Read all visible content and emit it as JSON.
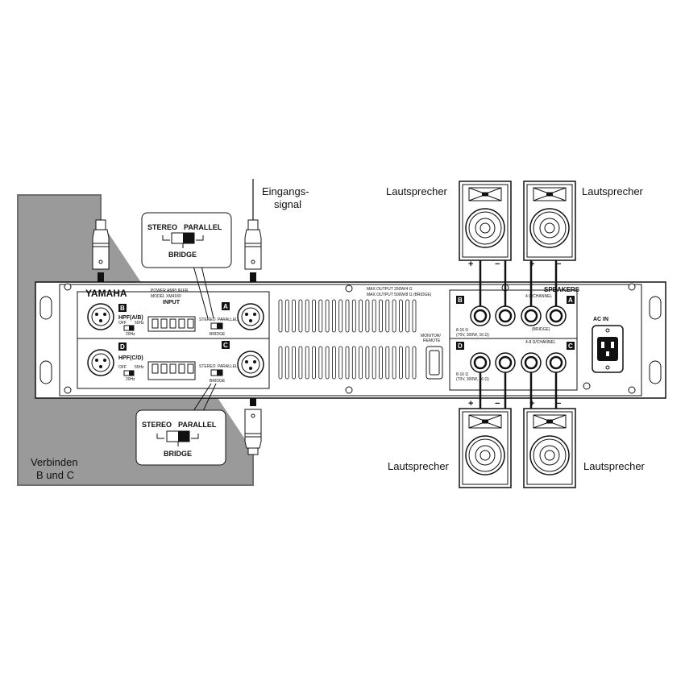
{
  "labels": {
    "input_signal": [
      "Eingangs-",
      "signal"
    ],
    "connect": [
      "Verbinden",
      "B und C"
    ],
    "speaker": "Lautsprecher",
    "yamaha": "YAMAHA",
    "power_amp": "POWER AMPLIFIER",
    "model": "MODEL XM4180",
    "input": "INPUT",
    "max_output_1": "MAX.OUTPUT 250W/4 Ω",
    "max_output_2": "MAX.OUTPUT 500W/8 Ω (BRIDGE)",
    "speakers": "SPEAKERS",
    "per_channel_1": "4 Ω/CHANNEL",
    "per_channel_2": "4-8 Ω/CHANNEL",
    "hpf_ab": "HPF(A/B)",
    "hpf_cd": "HPF(C/D)",
    "off": "OFF",
    "hz55": "55Hz",
    "hz20": "20Hz",
    "stereo": "STEREO",
    "parallel": "PARALLEL",
    "bridge": "BRIDGE",
    "monitor": "MONITOR/",
    "remote": "REMOTE",
    "ac_in": "AC IN",
    "ohm_8_16": "8-16 Ω",
    "ohm_note": "(70V, 300W, 16 Ω)",
    "bridge_paren": "(BRIDGE)",
    "plus": "+",
    "minus": "−",
    "ch_a": "A",
    "ch_b": "B",
    "ch_c": "C",
    "ch_d": "D"
  }
}
